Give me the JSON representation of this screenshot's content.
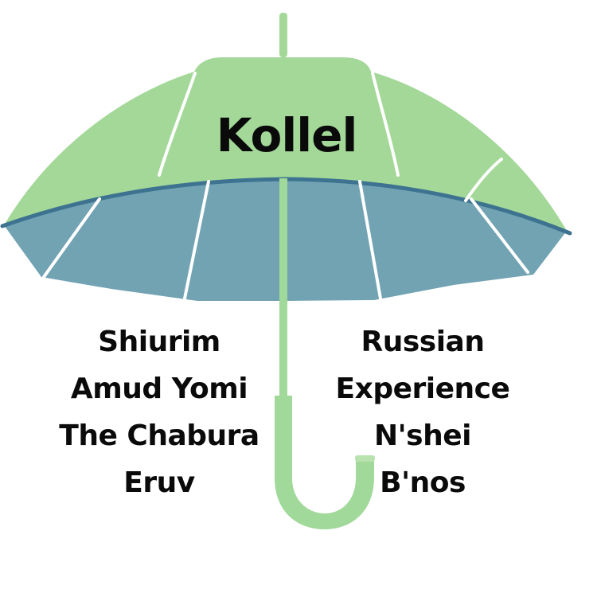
{
  "title": "Kollel",
  "left_list": [
    "Shiurim",
    "Amud Yomi",
    "The Chabura",
    "Eruv"
  ],
  "right_list": [
    "Russian",
    "Experience",
    "N'shei",
    "B'nos"
  ],
  "colors": {
    "canopy_top": "#a3d898",
    "canopy_underside": "#72a3b3",
    "canopy_rim": "#3d7390",
    "handle": "#a1d99a",
    "text": "#0a0a0a",
    "rib_lines": "#ffffff"
  }
}
